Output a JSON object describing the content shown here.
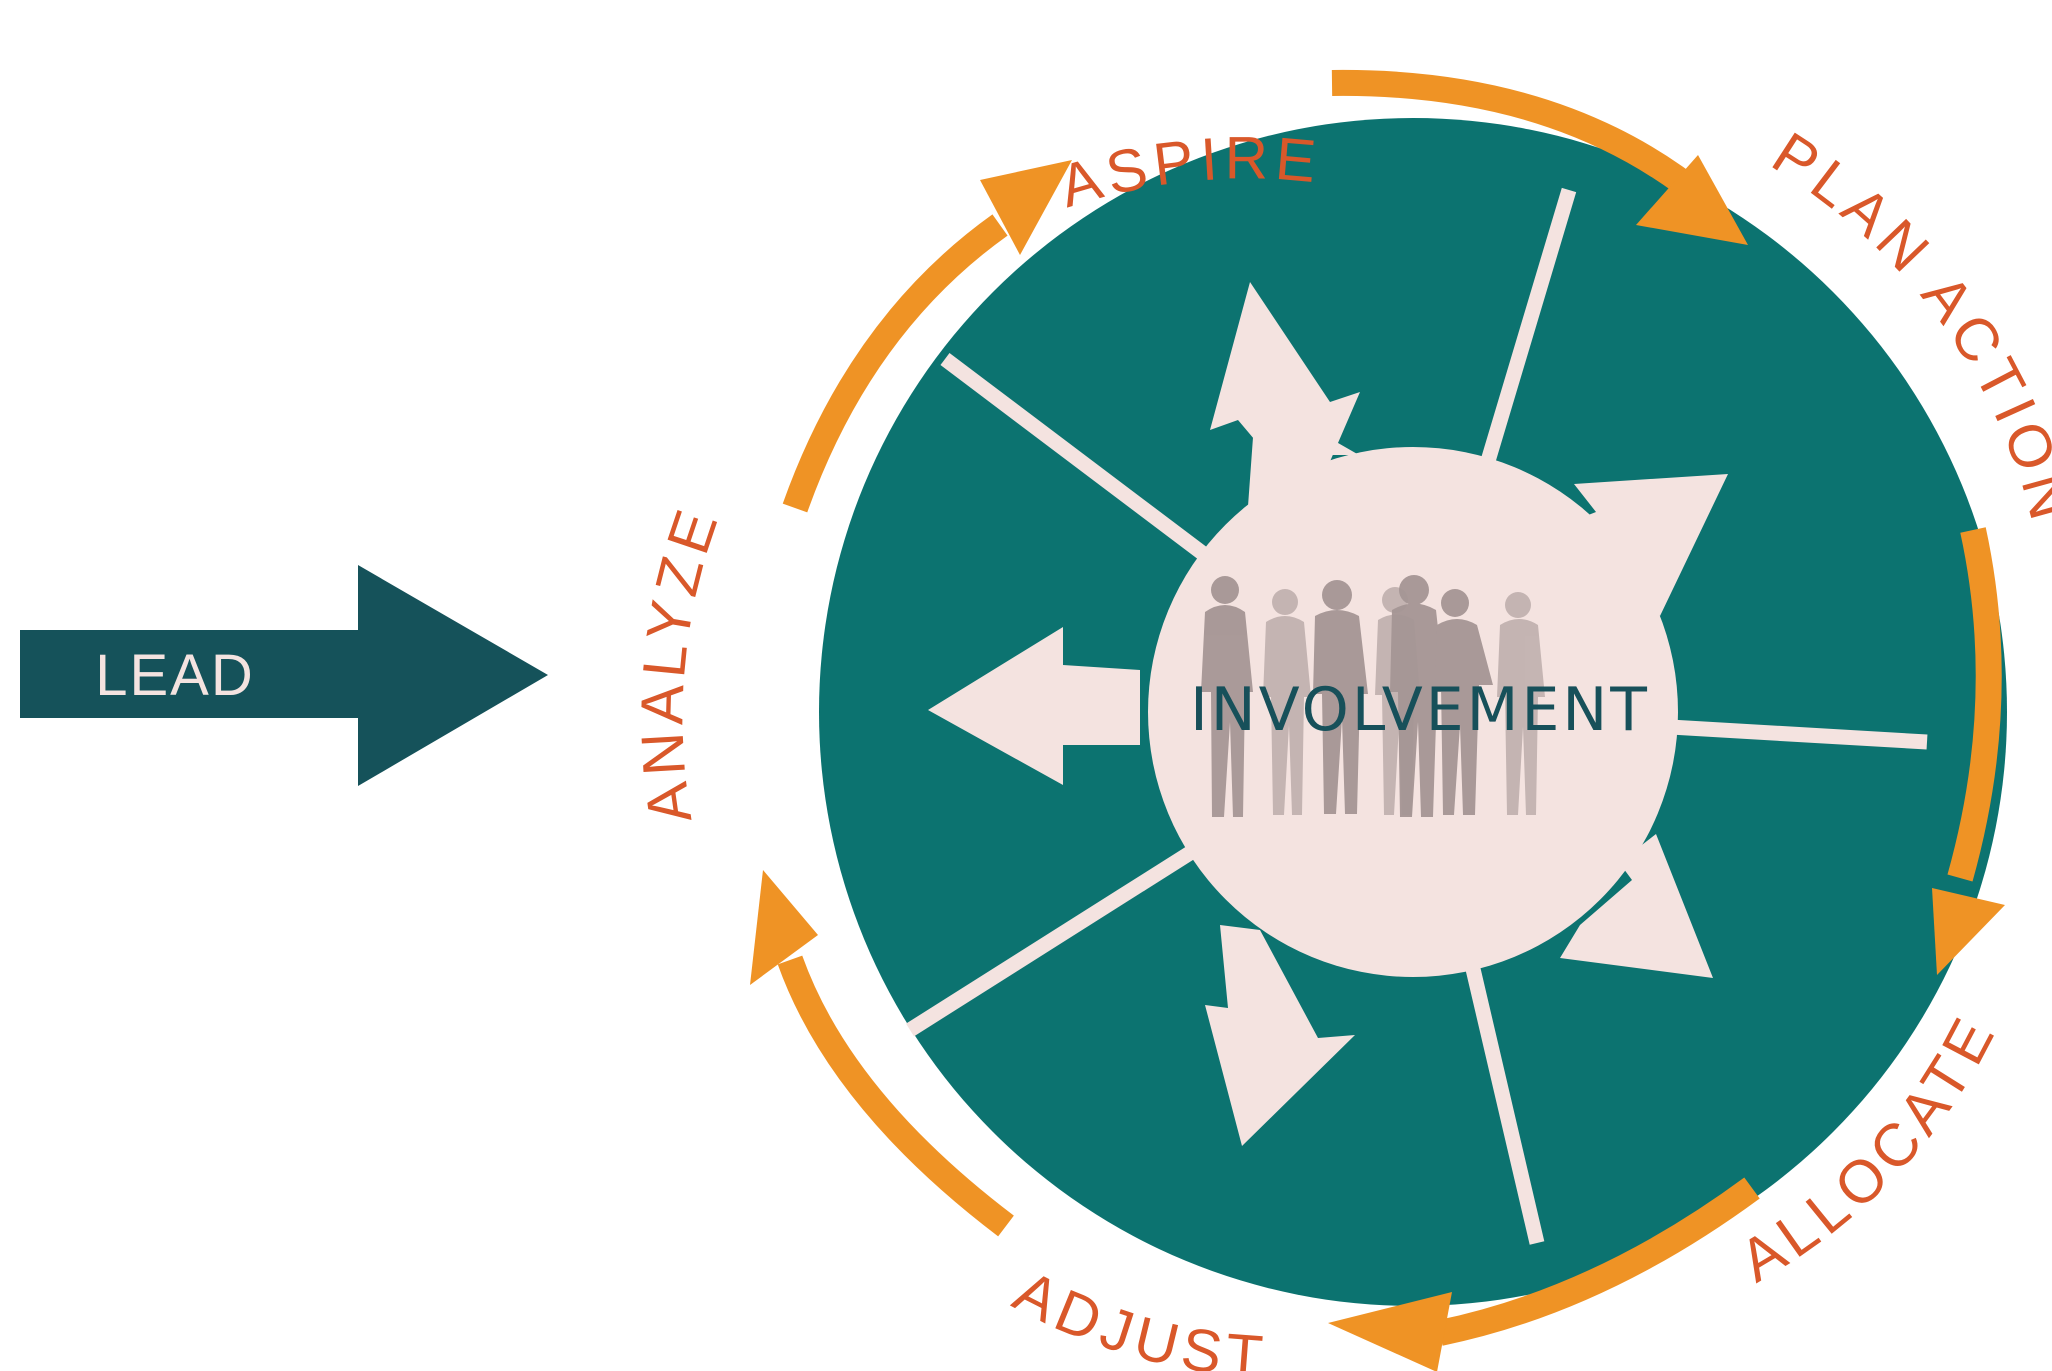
{
  "lead_label": "LEAD",
  "center_label": "INVOLVEMENT",
  "cycle_steps": [
    "ASPIRE",
    "PLAN ACTION",
    "ALLOCATE",
    "ADJUST",
    "ANALYZE"
  ],
  "colors": {
    "lead_arrow": "#15525a",
    "wheel": "#0c7370",
    "center": "#f4e3e0",
    "cycle_arrow": "#ef9325",
    "step_text": "#d9582a",
    "people": "#a59695",
    "center_text": "#17505a"
  },
  "center_icon": "group-of-people-silhouettes"
}
